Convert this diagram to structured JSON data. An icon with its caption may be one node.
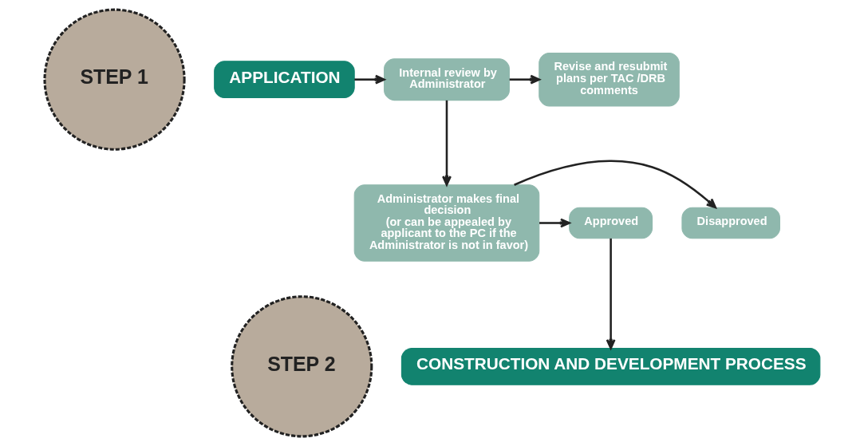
{
  "diagram": {
    "nodes": [
      {
        "text": [
          "STEP 1"
        ]
      },
      {
        "text": [
          "APPLICATION"
        ]
      },
      {
        "text": [
          "Internal review by Administrator"
        ]
      },
      {
        "text": [
          "Revise and resubmit plans per TAC /DRB comments"
        ]
      },
      {
        "text": [
          "Administrator makes final decision",
          "(or can be appealed by applicant to the PC if the Administrator is not in favor)"
        ]
      },
      {
        "text": [
          "Disapproved"
        ]
      },
      {
        "text": [
          "Approved"
        ]
      },
      {
        "text": [
          "STEP 2"
        ]
      },
      {
        "text": [
          "CONSTRUCTION AND DEVELOPMENT PROCESS"
        ]
      }
    ],
    "edges": [
      {
        "from": 1,
        "to": 2,
        "arrow": "to"
      },
      {
        "from": 2,
        "to": 3,
        "arrow": "to"
      },
      {
        "from": 2,
        "to": 4,
        "arrow": "to"
      },
      {
        "from": 4,
        "to": 5,
        "arrow": "to"
      },
      {
        "from": 4,
        "to": 6,
        "arrow": "to"
      },
      {
        "from": 6,
        "to": 8,
        "arrow": "to"
      }
    ]
  }
}
